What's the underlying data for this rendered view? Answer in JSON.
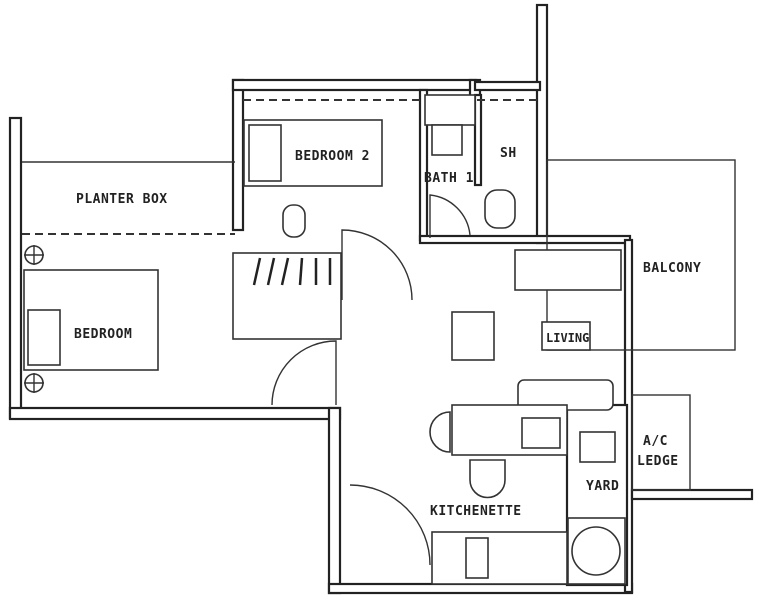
{
  "floor_plan": {
    "rooms": {
      "planter_box": "PLANTER BOX",
      "bedroom_2": "BEDROOM 2",
      "bath_1": "BATH 1",
      "shower": "SH",
      "balcony": "BALCONY",
      "bedroom": "BEDROOM",
      "living": "LIVING",
      "ac_ledge_line1": "A/C",
      "ac_ledge_line2": "LEDGE",
      "yard": "YARD",
      "kitchenette": "KITCHENETTE"
    }
  }
}
